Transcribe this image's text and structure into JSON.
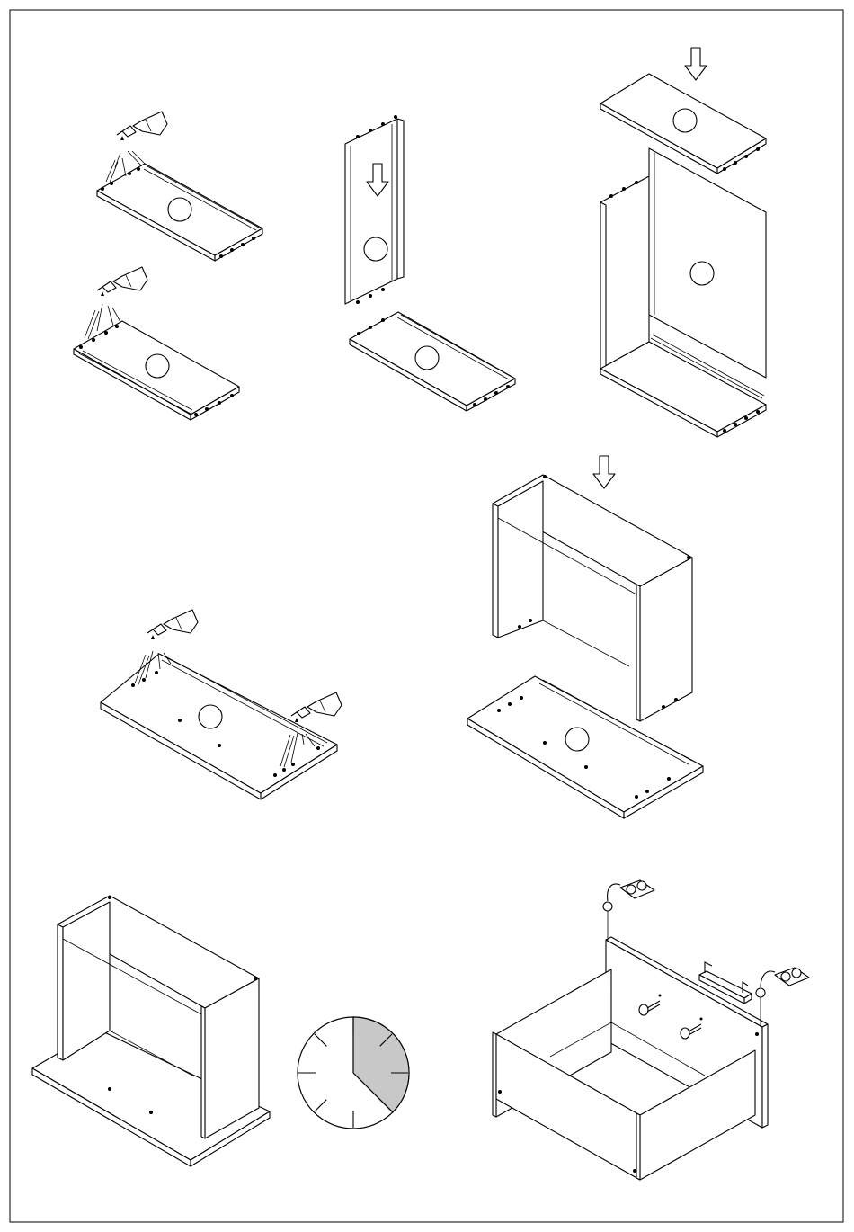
{
  "sheet": {
    "background": "#ffffff",
    "line_color": "#000000",
    "clock_fill_color": "#c8c8c8"
  },
  "steps": [
    {
      "id": "glue-side-panels"
    },
    {
      "id": "attach-back-panel"
    },
    {
      "id": "attach-top-panel"
    },
    {
      "id": "glue-bottom-panel"
    },
    {
      "id": "lower-frame-onto-bottom"
    },
    {
      "id": "wait-for-glue"
    },
    {
      "id": "mount-drawer-hardware"
    }
  ],
  "icons": [
    "glue-tube-icon",
    "down-arrow-icon",
    "clock-icon",
    "cam-lock-icon",
    "drawer-pull-icon"
  ],
  "clock": {
    "shaded_fraction": 0.375,
    "tick_count": 8
  }
}
